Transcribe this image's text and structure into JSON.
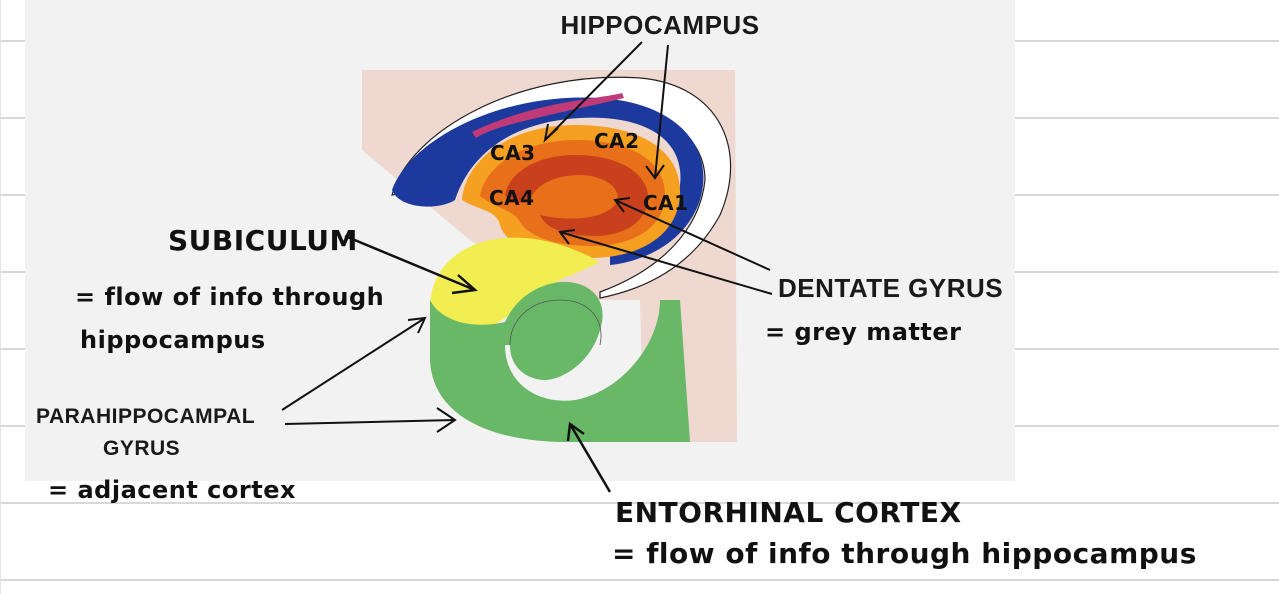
{
  "title": "HIPPOCAMPUS",
  "regions": {
    "ca3": "CA3",
    "ca2": "CA2",
    "ca4": "CA4",
    "ca1": "CA1"
  },
  "labels": {
    "subiculum": "SUBICULUM",
    "subiculum_note_1": "= flow of info through",
    "subiculum_note_2": "hippocampus",
    "dentate_gyrus": "DENTATE GYRUS",
    "dentate_gyrus_note": "= grey matter",
    "parahippocampal_1": "PARAHIPPOCAMPAL",
    "parahippocampal_2": "GYRUS",
    "parahippocampal_note": "= adjacent cortex",
    "entorhinal": "ENTORHINAL CORTEX",
    "entorhinal_note": "= flow of info through hippocampus"
  },
  "colors": {
    "background_tissue": "#eed8d0",
    "white_matter_outline": "#ffffff",
    "blue_layer": "#1c3a9e",
    "orange_outer": "#f5a020",
    "orange_mid": "#e8701a",
    "red_inner": "#c8401c",
    "subiculum_yellow": "#f2ee52",
    "entorhinal_green": "#68b868",
    "pink_vessel": "#c03a78"
  }
}
